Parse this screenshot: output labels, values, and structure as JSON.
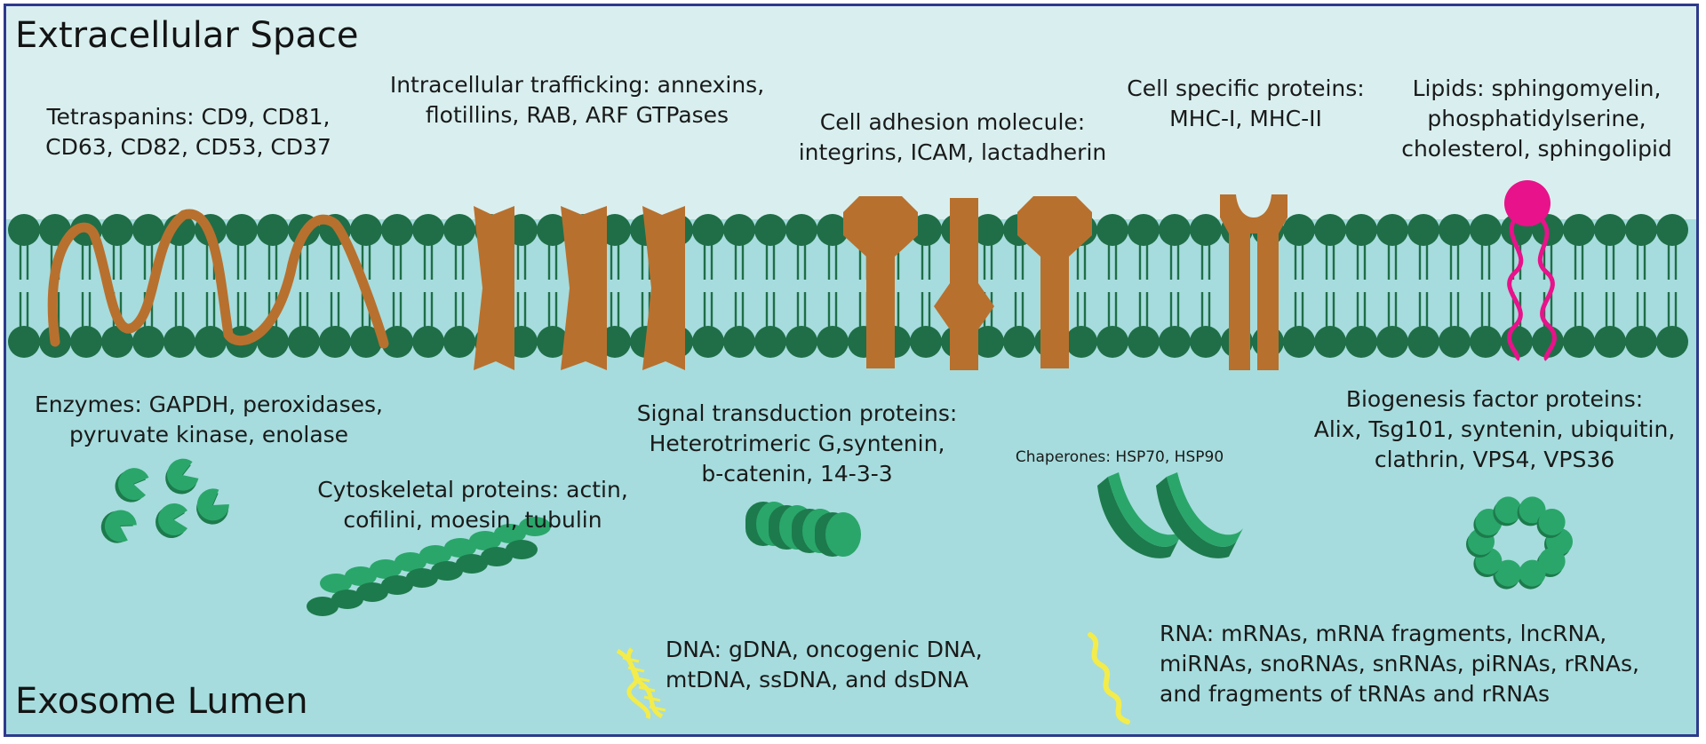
{
  "regions": {
    "top": "Extracellular Space",
    "bottom": "Exosome Lumen"
  },
  "labels": {
    "tetraspanins": [
      "Tetraspanins: CD9, CD81,",
      "CD63, CD82, CD53, CD37"
    ],
    "trafficking": [
      "Intracellular trafficking: annexins,",
      "flotillins, RAB, ARF GTPases"
    ],
    "adhesion": [
      "Cell adhesion molecule:",
      "integrins, ICAM, lactadherin"
    ],
    "cell_specific": [
      "Cell specific proteins:",
      "MHC-I, MHC-II"
    ],
    "lipids": [
      "Lipids: sphingomyelin,",
      "phosphatidylserine,",
      "cholesterol, sphingolipid"
    ],
    "enzymes": [
      "Enzymes: GAPDH, peroxidases,",
      "pyruvate kinase, enolase"
    ],
    "cytoskeletal": [
      "Cytoskeletal proteins: actin,",
      "cofilini, moesin, tubulin"
    ],
    "signal": [
      "Signal transduction proteins:",
      "Heterotrimeric G,syntenin,",
      "b-catenin, 14-3-3"
    ],
    "chaperones": [
      "Chaperones: HSP70, HSP90"
    ],
    "biogenesis": [
      "Biogenesis factor proteins:",
      "Alix, Tsg101, syntenin, ubiquitin,",
      "clathrin, VPS4, VPS36"
    ],
    "dna": [
      "DNA: gDNA, oncogenic DNA,",
      "mtDNA, ssDNA, and dsDNA"
    ],
    "rna": [
      "RNA: mRNAs, mRNA fragments, lncRNA,",
      "miRNAs, snoRNAs, snRNAs, piRNAs, rRNAs,",
      "and fragments of tRNAs and rRNAs"
    ]
  },
  "colors": {
    "extracellular": "#d9efef",
    "lumen": "#a6dcdd",
    "lipid_head": "#1f6e47",
    "protein": "#b8702e",
    "cytosolic_protein": "#2aa66a",
    "cytosolic_protein_dark": "#1d7a4c",
    "lipid_highlight": "#e8128a",
    "nucleic_acid": "#f3ec4a",
    "border": "#2e3a8c"
  }
}
